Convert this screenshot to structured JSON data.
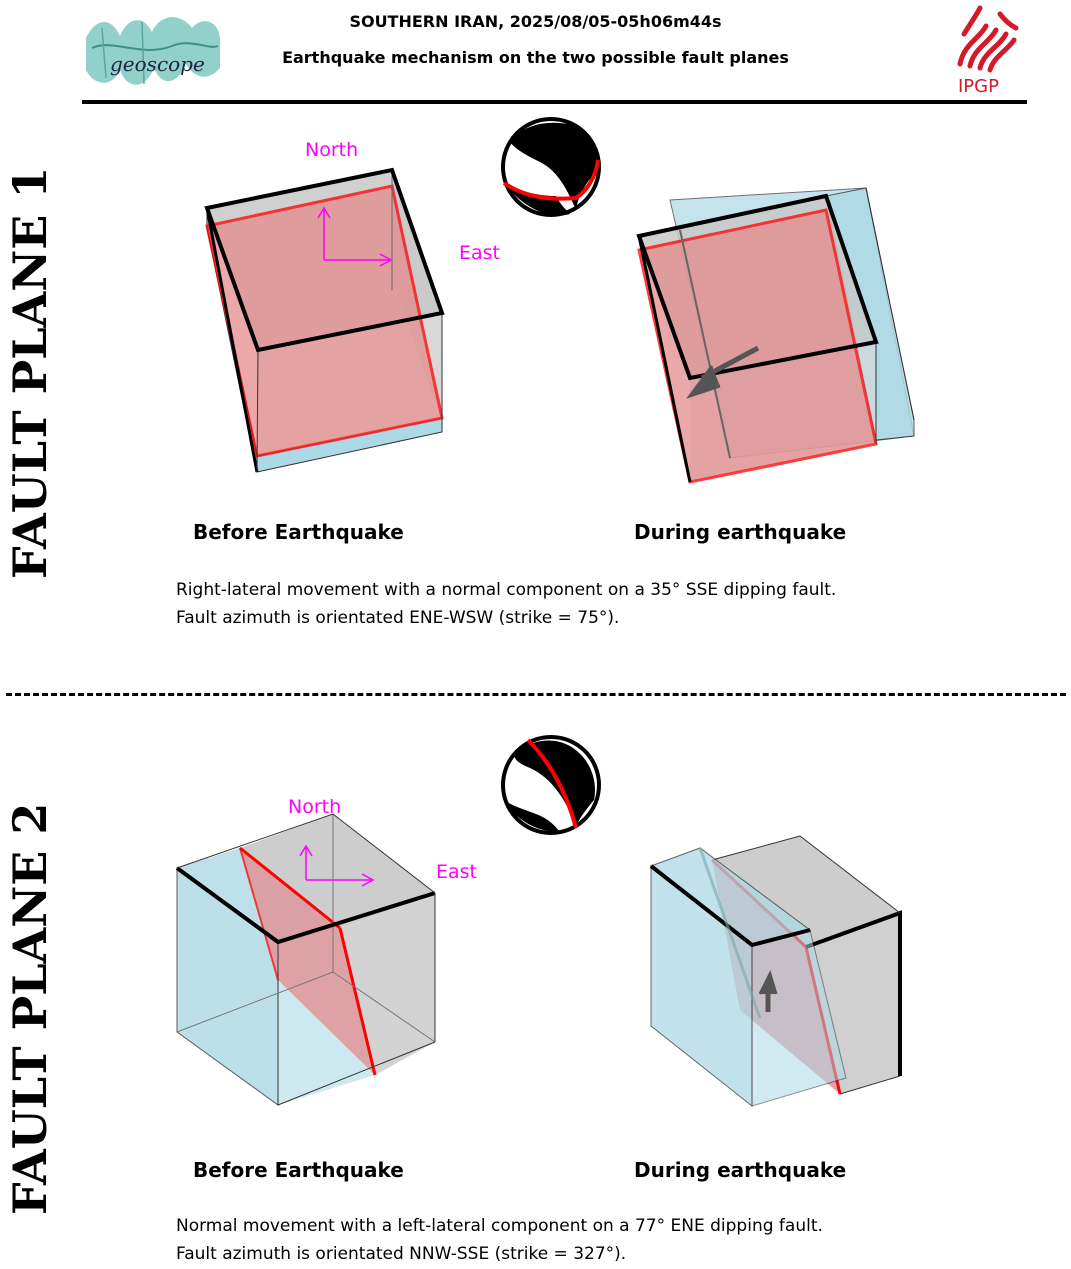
{
  "header": {
    "title": "SOUTHERN IRAN, 2025/08/05-05h06m44s",
    "subtitle": "Earthquake mechanism on the two possible fault planes",
    "logo_left_text": "geoscope",
    "logo_right_text": "IPGP"
  },
  "panels": [
    {
      "side_label": "FAULT PLANE 1",
      "north": "North",
      "east": "East",
      "caption_before": "Before Earthquake",
      "caption_during": "During earthquake",
      "description_line1": "Right-lateral movement with a normal component on a 35° SSE dipping fault.",
      "description_line2": "Fault azimuth is orientated ENE-WSW (strike = 75°)."
    },
    {
      "side_label": "FAULT PLANE 2",
      "north": "North",
      "east": "East",
      "caption_before": "Before Earthquake",
      "caption_during": "During earthquake",
      "description_line1": "Normal movement with a left-lateral component on a 77° ENE dipping fault.",
      "description_line2": "Fault azimuth is orientated NNW-SSE (strike = 327°)."
    }
  ],
  "colors": {
    "fault": "#ff0000",
    "fault_fill": "#e48b8b",
    "block_blue": "#add8e6",
    "block_grey": "#c8c8c8",
    "direction": "#ff00ff"
  }
}
